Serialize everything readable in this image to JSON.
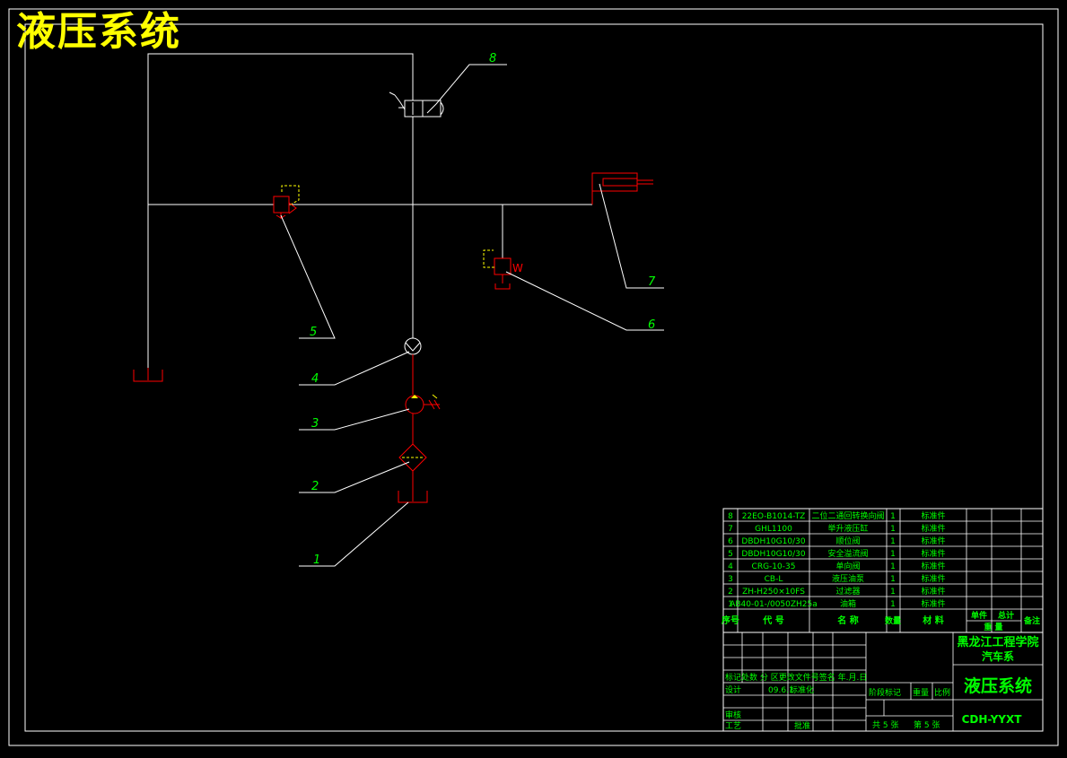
{
  "drawing_title": "液压系统",
  "callouts": [
    "1",
    "2",
    "3",
    "4",
    "5",
    "6",
    "7",
    "8"
  ],
  "valve_marks": {
    "w": "W"
  },
  "bom": {
    "rows": [
      {
        "no": "8",
        "code": "22EO-B1014-TZ",
        "name": "二位二通回转换向阀",
        "qty": "1",
        "remark": "标准件"
      },
      {
        "no": "7",
        "code": "GHL1100",
        "name": "举升液压缸",
        "qty": "1",
        "remark": "标准件"
      },
      {
        "no": "6",
        "code": "DBDH10G10/30",
        "name": "顺位阀",
        "qty": "1",
        "remark": "标准件"
      },
      {
        "no": "5",
        "code": "DBDH10G10/30",
        "name": "安全溢流阀",
        "qty": "1",
        "remark": "标准件"
      },
      {
        "no": "4",
        "code": "CRG-10-35",
        "name": "单向阀",
        "qty": "1",
        "remark": "标准件"
      },
      {
        "no": "3",
        "code": "CB-L",
        "name": "液压油泵",
        "qty": "1",
        "remark": "标准件"
      },
      {
        "no": "2",
        "code": "ZH-H250×10FS",
        "name": "过滤器",
        "qty": "1",
        "remark": "标准件"
      },
      {
        "no": "1",
        "code": "AB40-01-/0050ZH25a",
        "name": "油箱",
        "qty": "1",
        "remark": "标准件"
      }
    ],
    "header": {
      "no": "序号",
      "code": "代 号",
      "name": "名 称",
      "qty": "数量",
      "material": "材 料",
      "unit_weight": "单件",
      "total_weight": "总计",
      "weight": "重 量",
      "remark": "备注"
    }
  },
  "title_block": {
    "school": "黑龙江工程学院",
    "dept": "汽车系",
    "drawing_name": "液压系统",
    "drawing_no": "CDH-YYXT",
    "rev_row": "标记处数 分 区更改文件号签名 年.月.日",
    "design": "设计",
    "design_date": "09.6.1",
    "standardize": "标准化",
    "review": "审核",
    "process": "工艺",
    "approve": "批准",
    "stage_mark": "阶段标记",
    "weight": "重量",
    "scale": "比例",
    "sheets": "共 5 张",
    "sheet": "第 5 张"
  },
  "colors": {
    "background": "#000000",
    "line": "#ffffff",
    "hydraulic": "#ff0000",
    "pilot": "#ffff00",
    "leader": "#ffffff",
    "label": "#00ff00",
    "title": "#ffff00"
  }
}
